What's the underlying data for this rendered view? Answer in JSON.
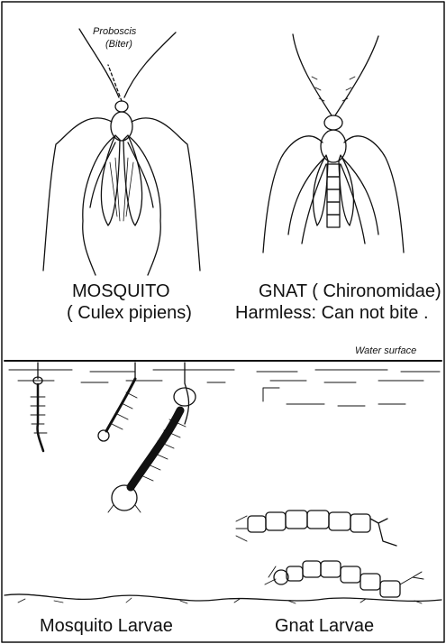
{
  "figure": {
    "mosquito": {
      "annotation_line1": "Proboscis",
      "annotation_line2": "(Biter)",
      "name": "MOSQUITO",
      "scientific": "( Culex pipiens)"
    },
    "gnat": {
      "name": "GNAT ( Chironomidae)",
      "note": "Harmless: Can not bite ."
    },
    "water_label": "Water surface",
    "mosquito_larvae_label": "Mosquito Larvae",
    "gnat_larvae_label": "Gnat Larvae"
  },
  "colors": {
    "ink": "#111111",
    "paper": "#ffffff"
  }
}
